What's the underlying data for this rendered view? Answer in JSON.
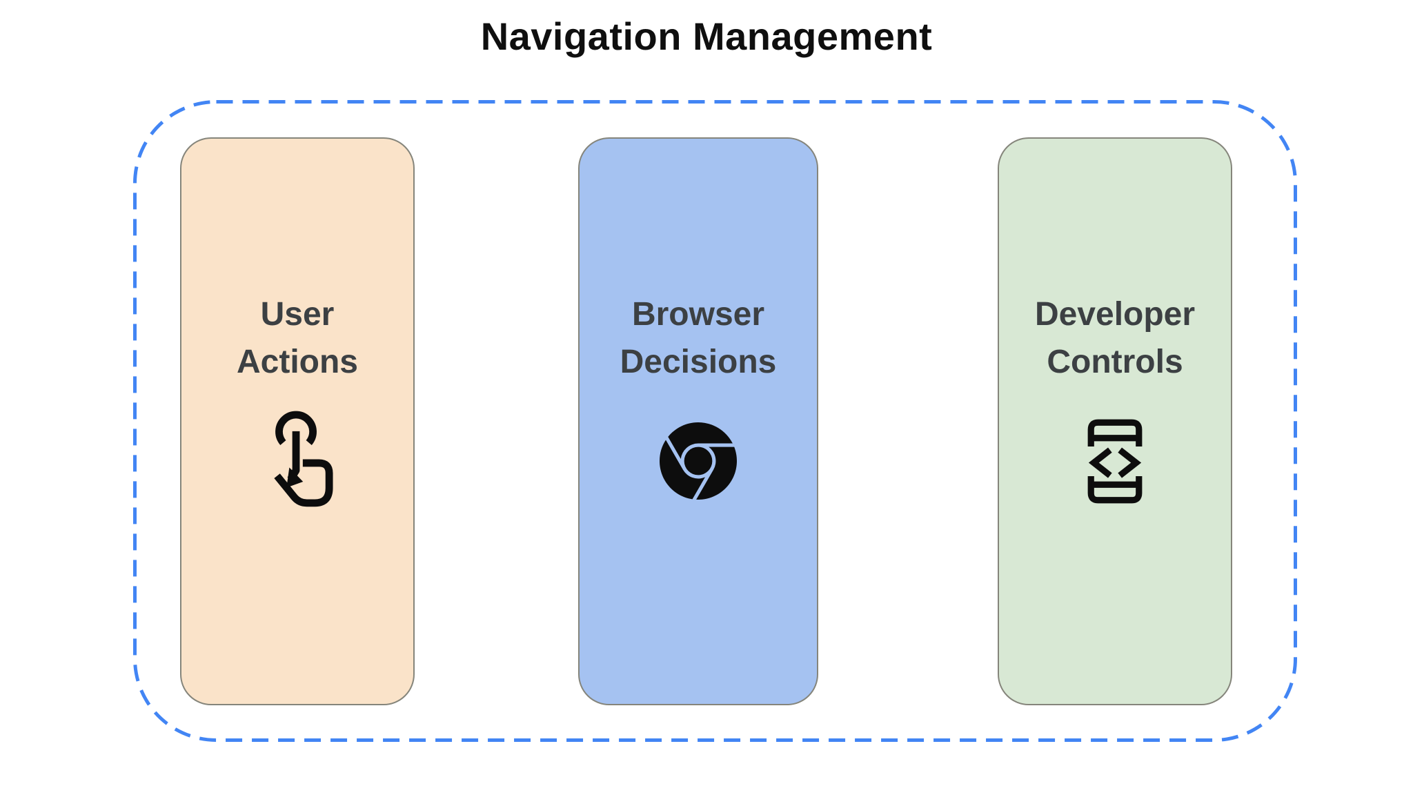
{
  "title": "Navigation Management",
  "colors": {
    "page_bg": "#FFFFFF",
    "dash_border": "#4285F4",
    "card_border": "#85857B",
    "label_text": "#3C4043",
    "title_text": "#0F0F0F",
    "icon": "#0D0D0D",
    "card_user_actions_bg": "#FAE3C9",
    "card_browser_decisions_bg": "#A5C2F1",
    "card_developer_controls_bg": "#D8E8D4"
  },
  "cards": [
    {
      "line1": "User",
      "line2": "Actions",
      "label": "User Actions",
      "bg": "#FAE3C9",
      "icon": "touch-gesture-icon"
    },
    {
      "line1": "Browser",
      "line2": "Decisions",
      "label": "Browser Decisions",
      "bg": "#A5C2F1",
      "icon": "chrome-icon"
    },
    {
      "line1": "Developer",
      "line2": "Controls",
      "label": "Developer Controls",
      "bg": "#D8E8D4",
      "icon": "developer-mode-icon"
    }
  ]
}
